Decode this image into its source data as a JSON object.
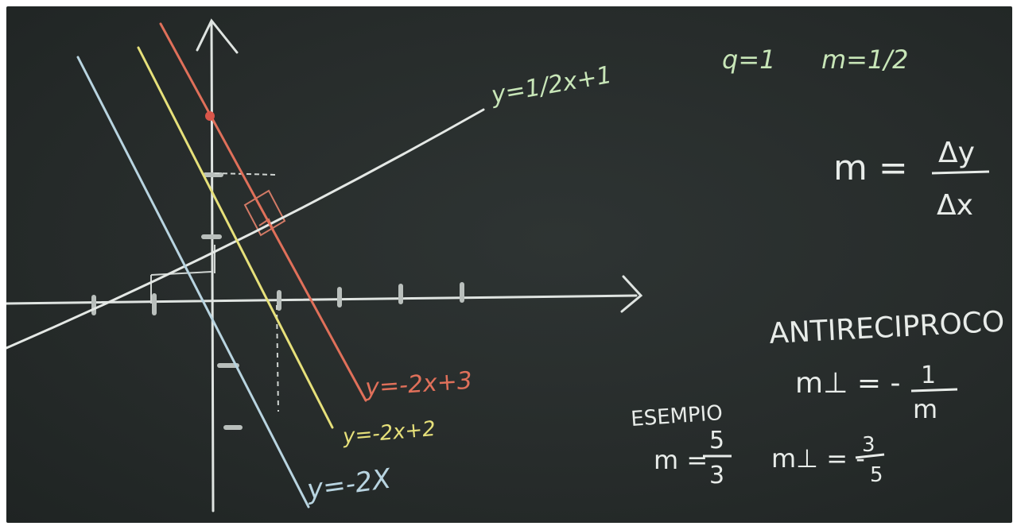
{
  "board": {
    "lines": {
      "l1": "y=1/2x+1",
      "l2": "y=-2x+3",
      "l3": "y=-2x+2",
      "l4": "y=-2X"
    },
    "params": {
      "q": "q=1",
      "m": "m=1/2"
    },
    "slope_formula": {
      "lhs": "m =",
      "numerator": "Δy",
      "denominator": "Δx"
    },
    "antireciprocal": {
      "title": "ANTIRECIPROCO",
      "lhs": "m⊥ = -",
      "numerator": "1",
      "denominator": "m"
    },
    "example": {
      "label": "ESEMPIO",
      "m_lhs": "m =",
      "m_num": "5",
      "m_den": "3",
      "mp_lhs": "m⊥ = -",
      "mp_num": "3",
      "mp_den": "5"
    },
    "colors": {
      "board": "#2a302f",
      "white_chalk": "#e8ece9",
      "red_chalk": "#e0705a",
      "yellow_chalk": "#e6e07a",
      "blue_chalk": "#b8d4e0",
      "green_chalk": "#c8e6b8"
    }
  }
}
